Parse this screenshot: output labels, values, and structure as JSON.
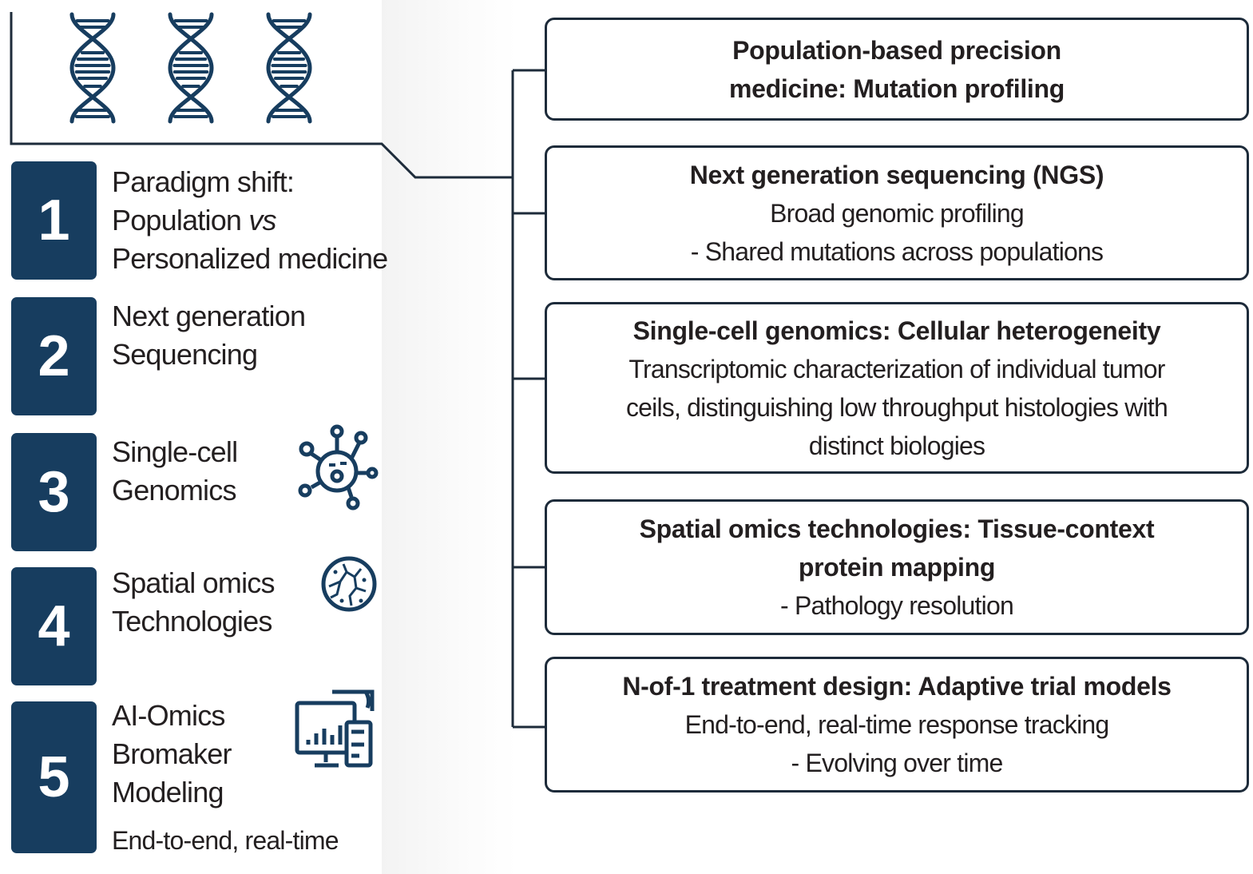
{
  "colors": {
    "navy": "#173d5f",
    "border": "#1d2b3a",
    "text": "#231f20"
  },
  "left_items": [
    {
      "number": "1",
      "lines": [
        "Paradigm shift:",
        "Population ",
        "Personalized medicine"
      ],
      "italic": "vs"
    },
    {
      "number": "2",
      "lines": [
        "Next generation",
        "Sequencing"
      ]
    },
    {
      "number": "3",
      "lines": [
        "Single-cell",
        "Genomics"
      ],
      "icon": "cell-icon"
    },
    {
      "number": "4",
      "lines": [
        "Spatial omics",
        "Technologies"
      ],
      "icon": "tissue-icon"
    },
    {
      "number": "5",
      "lines": [
        "AI-Omics",
        "Bromaker",
        "Modeling"
      ],
      "note": "End-to-end, real-time",
      "icon": "monitor-chart-icon"
    }
  ],
  "top_icons": [
    "dna-icon",
    "dna-icon",
    "dna-icon"
  ],
  "boxes": [
    {
      "title": [
        "Population-based precision",
        "medicine: Mutation profiling"
      ],
      "body": []
    },
    {
      "title": [
        "Next generation sequencing (NGS)"
      ],
      "body": [
        "Broad genomic profiling",
        "- Shared mutations across populations"
      ]
    },
    {
      "title": [
        "Single-cell genomics: Cellular heterogeneity"
      ],
      "body": [
        "Transcriptomic characterization of individual tumor",
        "ceils, distinguishing low throughput histologies with",
        "distinct biologies"
      ]
    },
    {
      "title": [
        "Spatial omics technologies: Tissue-context",
        "protein mapping"
      ],
      "body": [
        "- Pathology resolution"
      ]
    },
    {
      "title": [
        "N-of-1 treatment design: Adaptive trial models"
      ],
      "body": [
        "End-to-end, real-time response tracking",
        "- Evolving over time"
      ]
    }
  ]
}
